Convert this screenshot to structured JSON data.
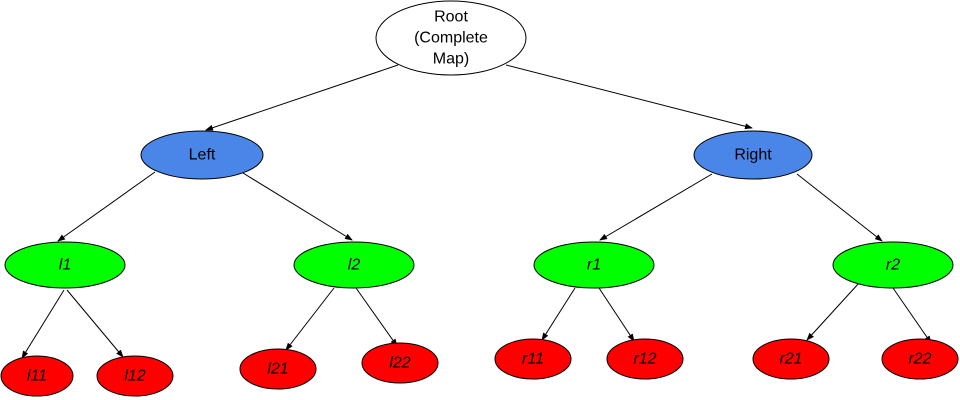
{
  "diagram": {
    "type": "tree",
    "colors": {
      "root": "#ffffff",
      "level1": "#4a86e8",
      "level2": "#00ff00",
      "level3": "#ff0000",
      "stroke": "#000000"
    },
    "nodes": {
      "root": {
        "lines": [
          "Root",
          "(Complete",
          "Map)"
        ],
        "level": "root"
      },
      "left": {
        "lines": [
          "Left"
        ],
        "level": "level1"
      },
      "right": {
        "lines": [
          "Right"
        ],
        "level": "level1"
      },
      "l1": {
        "lines": [
          "l1"
        ],
        "level": "level2"
      },
      "l2": {
        "lines": [
          "l2"
        ],
        "level": "level2"
      },
      "r1": {
        "lines": [
          "r1"
        ],
        "level": "level2"
      },
      "r2": {
        "lines": [
          "r2"
        ],
        "level": "level2"
      },
      "l11": {
        "lines": [
          "l11"
        ],
        "level": "level3"
      },
      "l12": {
        "lines": [
          "l12"
        ],
        "level": "level3"
      },
      "l21": {
        "lines": [
          "l21"
        ],
        "level": "level3"
      },
      "l22": {
        "lines": [
          "l22"
        ],
        "level": "level3"
      },
      "r11": {
        "lines": [
          "r11"
        ],
        "level": "level3"
      },
      "r12": {
        "lines": [
          "r12"
        ],
        "level": "level3"
      },
      "r21": {
        "lines": [
          "r21"
        ],
        "level": "level3"
      },
      "r22": {
        "lines": [
          "r22"
        ],
        "level": "level3"
      }
    },
    "edges": [
      [
        "root",
        "left"
      ],
      [
        "root",
        "right"
      ],
      [
        "left",
        "l1"
      ],
      [
        "left",
        "l2"
      ],
      [
        "right",
        "r1"
      ],
      [
        "right",
        "r2"
      ],
      [
        "l1",
        "l11"
      ],
      [
        "l1",
        "l12"
      ],
      [
        "l2",
        "l21"
      ],
      [
        "l2",
        "l22"
      ],
      [
        "r1",
        "r11"
      ],
      [
        "r1",
        "r12"
      ],
      [
        "r2",
        "r21"
      ],
      [
        "r2",
        "r22"
      ]
    ]
  }
}
